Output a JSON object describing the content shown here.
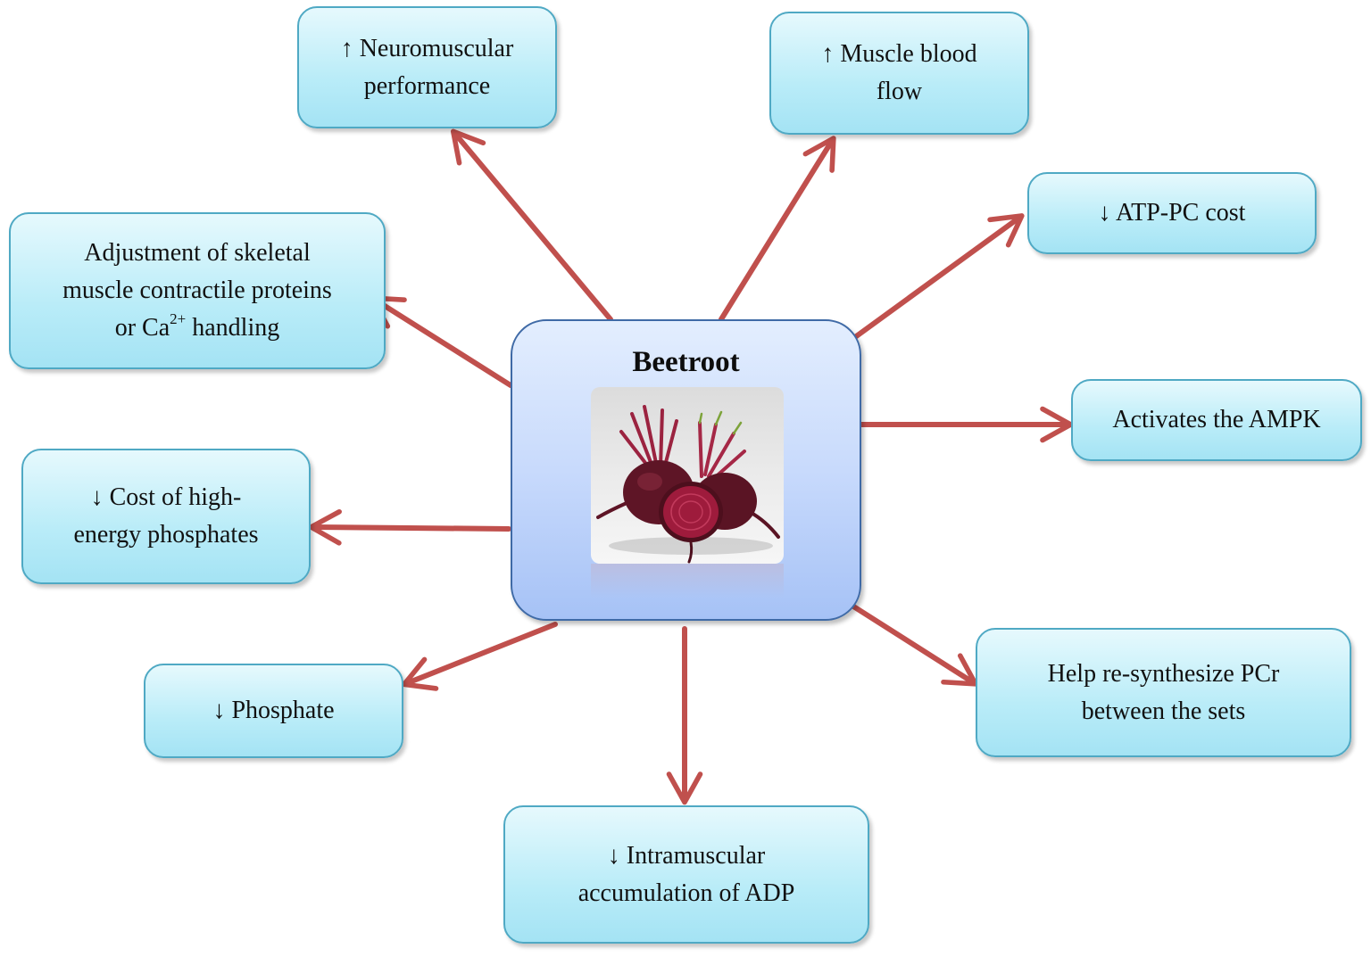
{
  "center": {
    "title": "Beetroot"
  },
  "nodes": {
    "neuromuscular": {
      "line1": "↑ Neuromuscular",
      "line2": "performance"
    },
    "blood_flow": {
      "line1": "↑ Muscle blood",
      "line2": "flow"
    },
    "atp_pc": {
      "line1": "↓ ATP-PC cost"
    },
    "skeletal": {
      "line1": "Adjustment of skeletal",
      "line2": "muscle contractile proteins",
      "line3_pre": "or Ca",
      "line3_sup": "2+",
      "line3_post": " handling"
    },
    "ampk": {
      "line1": "Activates the AMPK"
    },
    "high_energy": {
      "line1": "↓ Cost of high-",
      "line2": "energy phosphates"
    },
    "phosphate": {
      "line1": "↓ Phosphate"
    },
    "pcr": {
      "line1": "Help re-synthesize PCr",
      "line2": "between the sets"
    },
    "adp": {
      "line1": "↓ Intramuscular",
      "line2": "accumulation of ADP"
    }
  },
  "colors": {
    "arrow": "#c0504d",
    "node_border": "#4fa9c4",
    "center_border": "#3f6aa6",
    "beet": "#7a1f33"
  }
}
